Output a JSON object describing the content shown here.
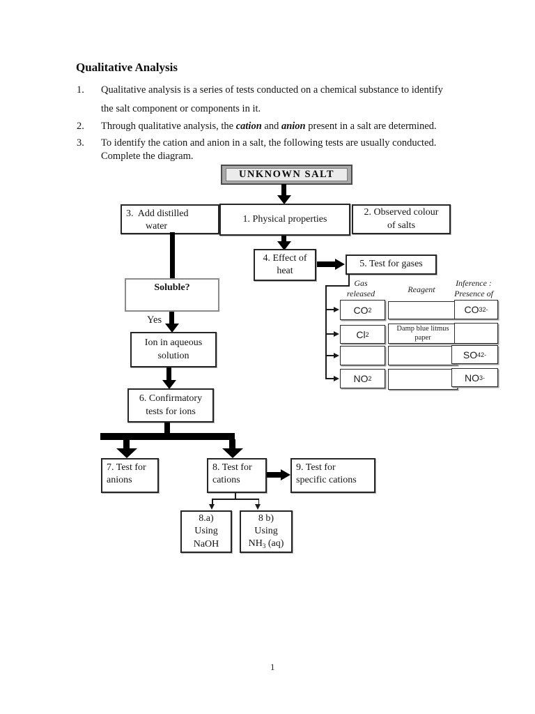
{
  "document": {
    "title": "Qualitative Analysis",
    "page_number": "1",
    "items": [
      {
        "num": "1.",
        "line1": "Qualitative analysis is a series of tests conducted on a chemical substance to identify",
        "line2": "the salt component or components in it."
      },
      {
        "num": "2.",
        "pre": "Through qualitative analysis, the ",
        "em1": "cation",
        "mid": " and ",
        "em2": "anion",
        "post": " present in a salt are determined."
      },
      {
        "num": "3.",
        "line1": "To identify the cation and anion in a salt, the following tests are usually conducted.",
        "line2": "Complete the diagram."
      }
    ]
  },
  "flowchart": {
    "unknown_salt": "UNKNOWN SALT",
    "box1": "1. Physical properties",
    "box2": {
      "l1": "2. Observed colour",
      "l2": "of salts"
    },
    "box3": {
      "l1": "3.  Add distilled",
      "l2": "water"
    },
    "box4": {
      "l1": "4. Effect of",
      "l2": "heat"
    },
    "box5": "5. Test for gases",
    "soluble": "Soluble?",
    "yes_label": "Yes",
    "ion": {
      "l1": "Ion in aqueous",
      "l2": "solution"
    },
    "box6": {
      "l1": "6. Confirmatory",
      "l2": "tests for ions"
    },
    "box7": {
      "l1": "7. Test for",
      "l2": "anions"
    },
    "box8": {
      "l1": "8. Test for",
      "l2": "cations"
    },
    "box9": {
      "l1": "9. Test for",
      "l2": "specific cations"
    },
    "box8a": {
      "l1": "8.a)",
      "l2": "Using",
      "l3": "NaOH"
    },
    "box8b": {
      "l1": "8 b)",
      "l2": "Using",
      "l3_base": "NH",
      "l3_sub": "3",
      "l3_post": " (aq)"
    }
  },
  "gas_table": {
    "headers": {
      "gas_l1": "Gas",
      "gas_l2": "released",
      "reagent": "Reagent",
      "inf_l1": "Inference :",
      "inf_l2": "Presence of"
    },
    "rows": [
      {
        "gas_base": "CO",
        "gas_sub": "2",
        "inf_base": "CO",
        "inf_sub": "3",
        "inf_sup": "2-"
      },
      {
        "gas_base": "Cl",
        "gas_sub": "2",
        "reagent": "Damp blue litmus paper"
      },
      {
        "inf_base": "SO",
        "inf_sub": "4",
        "inf_sup": "2-"
      },
      {
        "gas_base": "NO",
        "gas_sub": "2",
        "inf_base": "NO",
        "inf_sub": "3",
        "inf_sup": "-"
      }
    ]
  },
  "colors": {
    "box_border": "#262626",
    "soluble_border": "#8a8a8a",
    "salt_fill": "#a9a9a9",
    "salt_inner_fill": "#ebebeb",
    "shadow": "#b0b0b0"
  }
}
